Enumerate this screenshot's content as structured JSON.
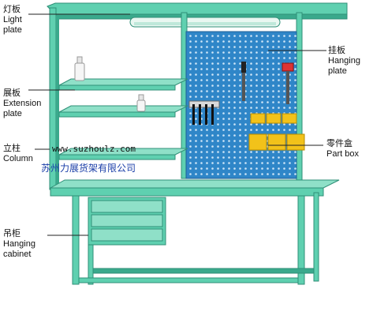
{
  "labels": {
    "light_plate": {
      "zh": "灯板",
      "en1": "Light",
      "en2": "plate"
    },
    "extension_plate": {
      "zh": "展板",
      "en1": "Extension",
      "en2": "plate"
    },
    "column": {
      "zh": "立柱",
      "en1": "Column"
    },
    "hanging_cabinet": {
      "zh": "吊柜",
      "en1": "Hanging",
      "en2": "cabinet"
    },
    "hanging_plate": {
      "zh": "挂板",
      "en1": "Hanging",
      "en2": "plate"
    },
    "part_box": {
      "zh": "零件盒",
      "en1": "Part box"
    }
  },
  "watermark": {
    "url": "www.suzhoulz.com",
    "company": "苏州力展货架有限公司"
  },
  "colors": {
    "frame": "#5fd0b0",
    "frame_dark": "#2f8f77",
    "frame_shadow": "#3aa98c",
    "pegboard": "#2f86c8",
    "pegboard_hole": "#cfe6f7",
    "bins": "#f2c21a",
    "bins_dark": "#b88c00",
    "line": "#222222"
  }
}
